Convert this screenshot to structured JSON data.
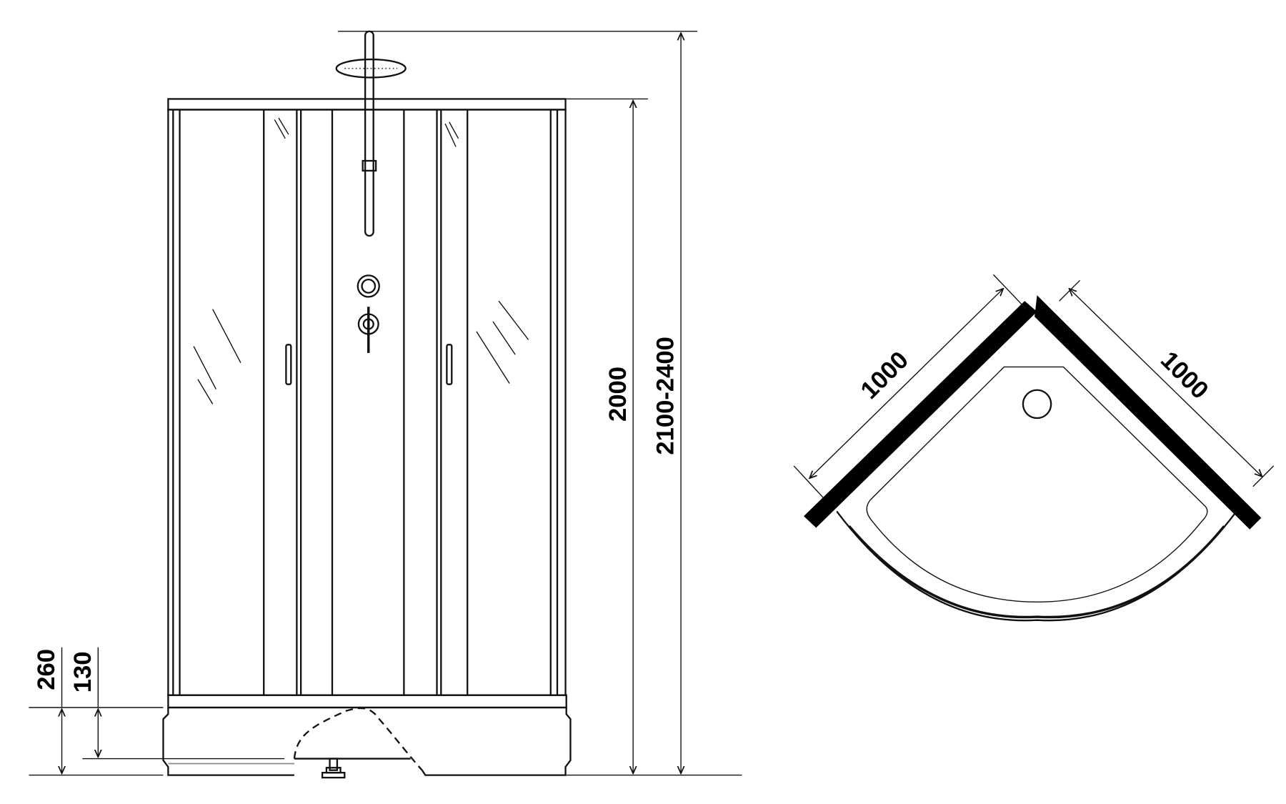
{
  "front_view": {
    "dimensions": {
      "cabin_height": "2000",
      "total_height": "2100-2400",
      "tray_height": "260",
      "leg_height": "130"
    }
  },
  "plan_view": {
    "dimensions": {
      "left_side": "1000",
      "right_side": "1000"
    }
  },
  "colors": {
    "line": "#111111",
    "background": "#ffffff"
  }
}
